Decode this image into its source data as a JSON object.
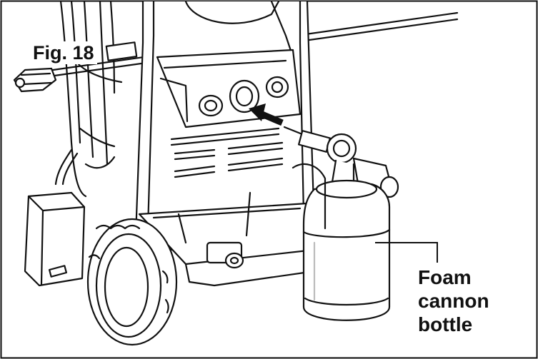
{
  "figure": {
    "label": "Fig. 18",
    "callout_lines": [
      "Foam",
      "cannon",
      "bottle"
    ]
  },
  "colors": {
    "ink": "#111111",
    "background": "#ffffff",
    "grey_fill": "#e6e6e6"
  },
  "icons": [
    "arrow-icon"
  ]
}
